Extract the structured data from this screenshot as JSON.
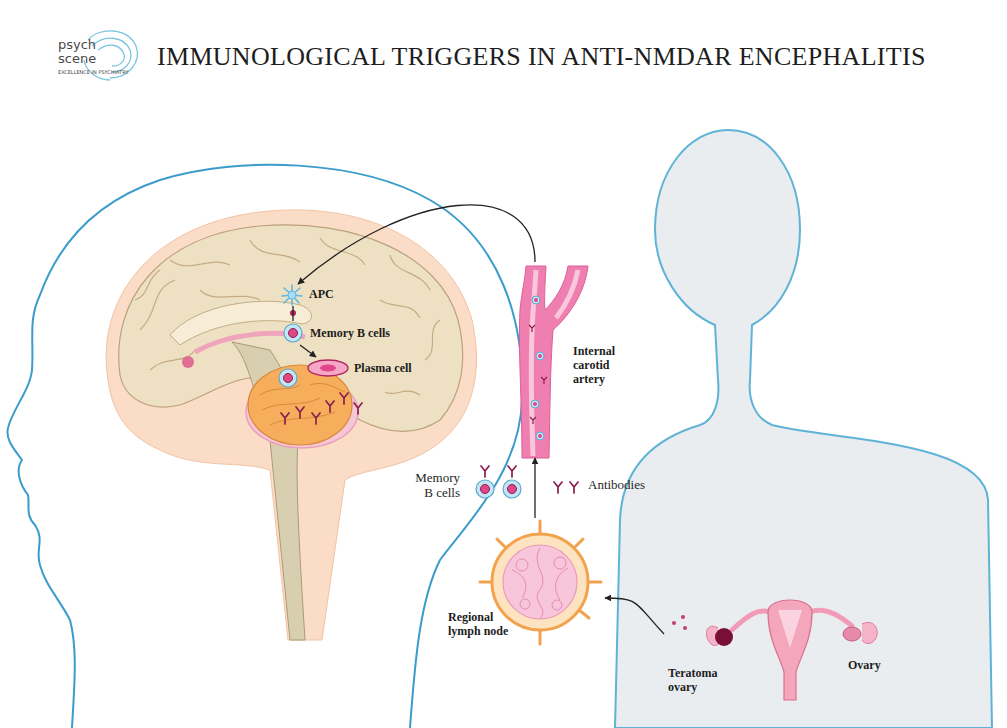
{
  "diagram": {
    "title": "IMMUNOLOGICAL TRIGGERS IN ANTI-NMDAR ENCEPHALITIS",
    "nodes": [
      {
        "text": [
          "APC"
        ]
      },
      {
        "text": [
          "Memory B cells"
        ]
      },
      {
        "text": [
          "Plasma cell"
        ]
      },
      {
        "text": [
          "Internal carotid artery"
        ]
      },
      {
        "text": [
          "Regional lymph node"
        ]
      },
      {
        "text": [
          "Teratoma ovary",
          "Ovary"
        ]
      }
    ],
    "edges": [
      {
        "from": 0,
        "to": 1,
        "arrow": "none"
      },
      {
        "from": 1,
        "to": 2,
        "arrow": "to"
      },
      {
        "from": 5,
        "to": 4,
        "arrow": "to"
      },
      {
        "from": 4,
        "to": 3,
        "arrow": "to"
      },
      {
        "from": 3,
        "to": 0,
        "arrow": "to"
      }
    ],
    "labels": [
      "psych",
      "scene",
      "EXCELLENCE IN PSYCHIATRY",
      "Memory B cells",
      "Antibodies"
    ]
  }
}
